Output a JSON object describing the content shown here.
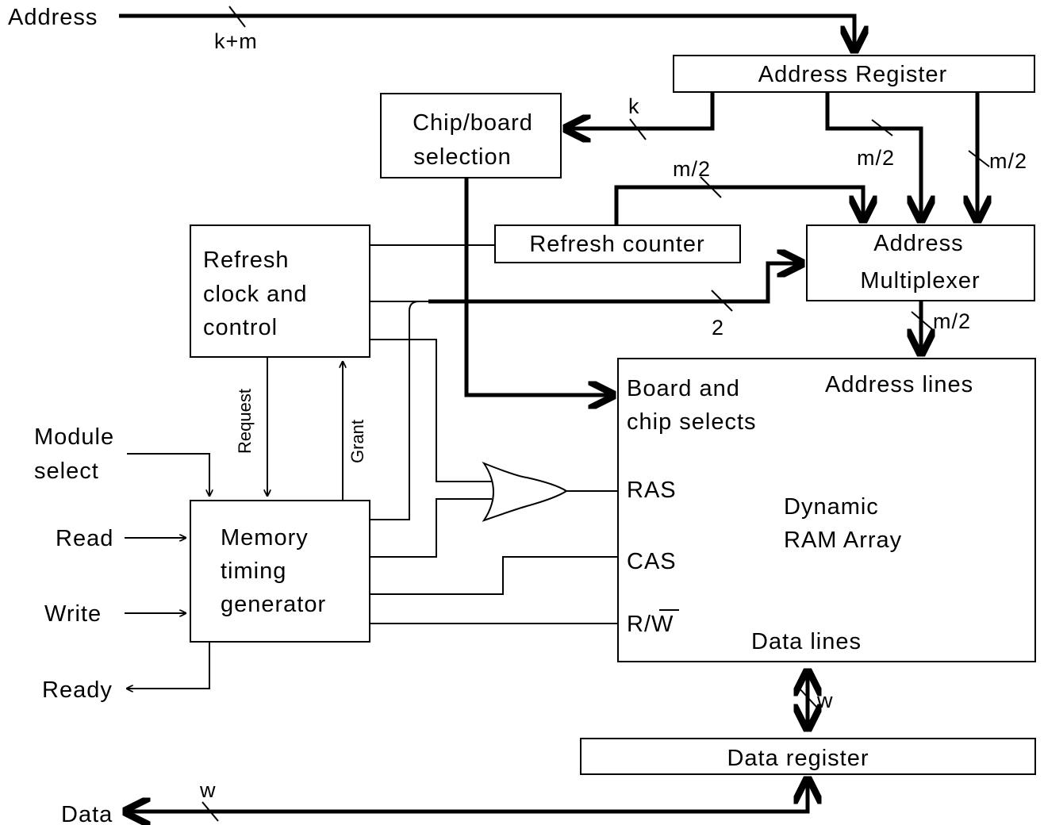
{
  "blocks": {
    "address_register": "Address  Register",
    "chip_board_selection": [
      "Chip/board",
      "selection"
    ],
    "refresh_counter": "Refresh  counter",
    "address_multiplexer": [
      "Address",
      "Multiplexer"
    ],
    "refresh_clock": [
      "Refresh",
      "clock  and",
      "control"
    ],
    "memory_timing": [
      "Memory",
      "timing",
      "generator"
    ],
    "data_register": "Data  register",
    "dram": {
      "board_chip_selects": [
        "Board and",
        "chip  selects"
      ],
      "address_lines": "Address  lines",
      "ras": "RAS",
      "cas": "CAS",
      "rw_prefix": "R/",
      "rw_bar": "W",
      "title": [
        "Dynamic",
        "RAM  Array"
      ],
      "data_lines": "Data  lines"
    }
  },
  "signals": {
    "address": "Address",
    "module_select": [
      "Module",
      "select"
    ],
    "read": "Read",
    "write": "Write",
    "ready": "Ready",
    "data": "Data"
  },
  "bus_widths": {
    "address_in": "k+m",
    "chip_select": "k",
    "refresh_counter": "m/2",
    "mux_in_a": "m/2",
    "mux_in_b": "m/2",
    "mux_ctrl": "2",
    "mux_out": "m/2",
    "data_lines": "w",
    "data_out": "w"
  },
  "vertical_labels": {
    "request": "Request",
    "grant": "Grant"
  }
}
